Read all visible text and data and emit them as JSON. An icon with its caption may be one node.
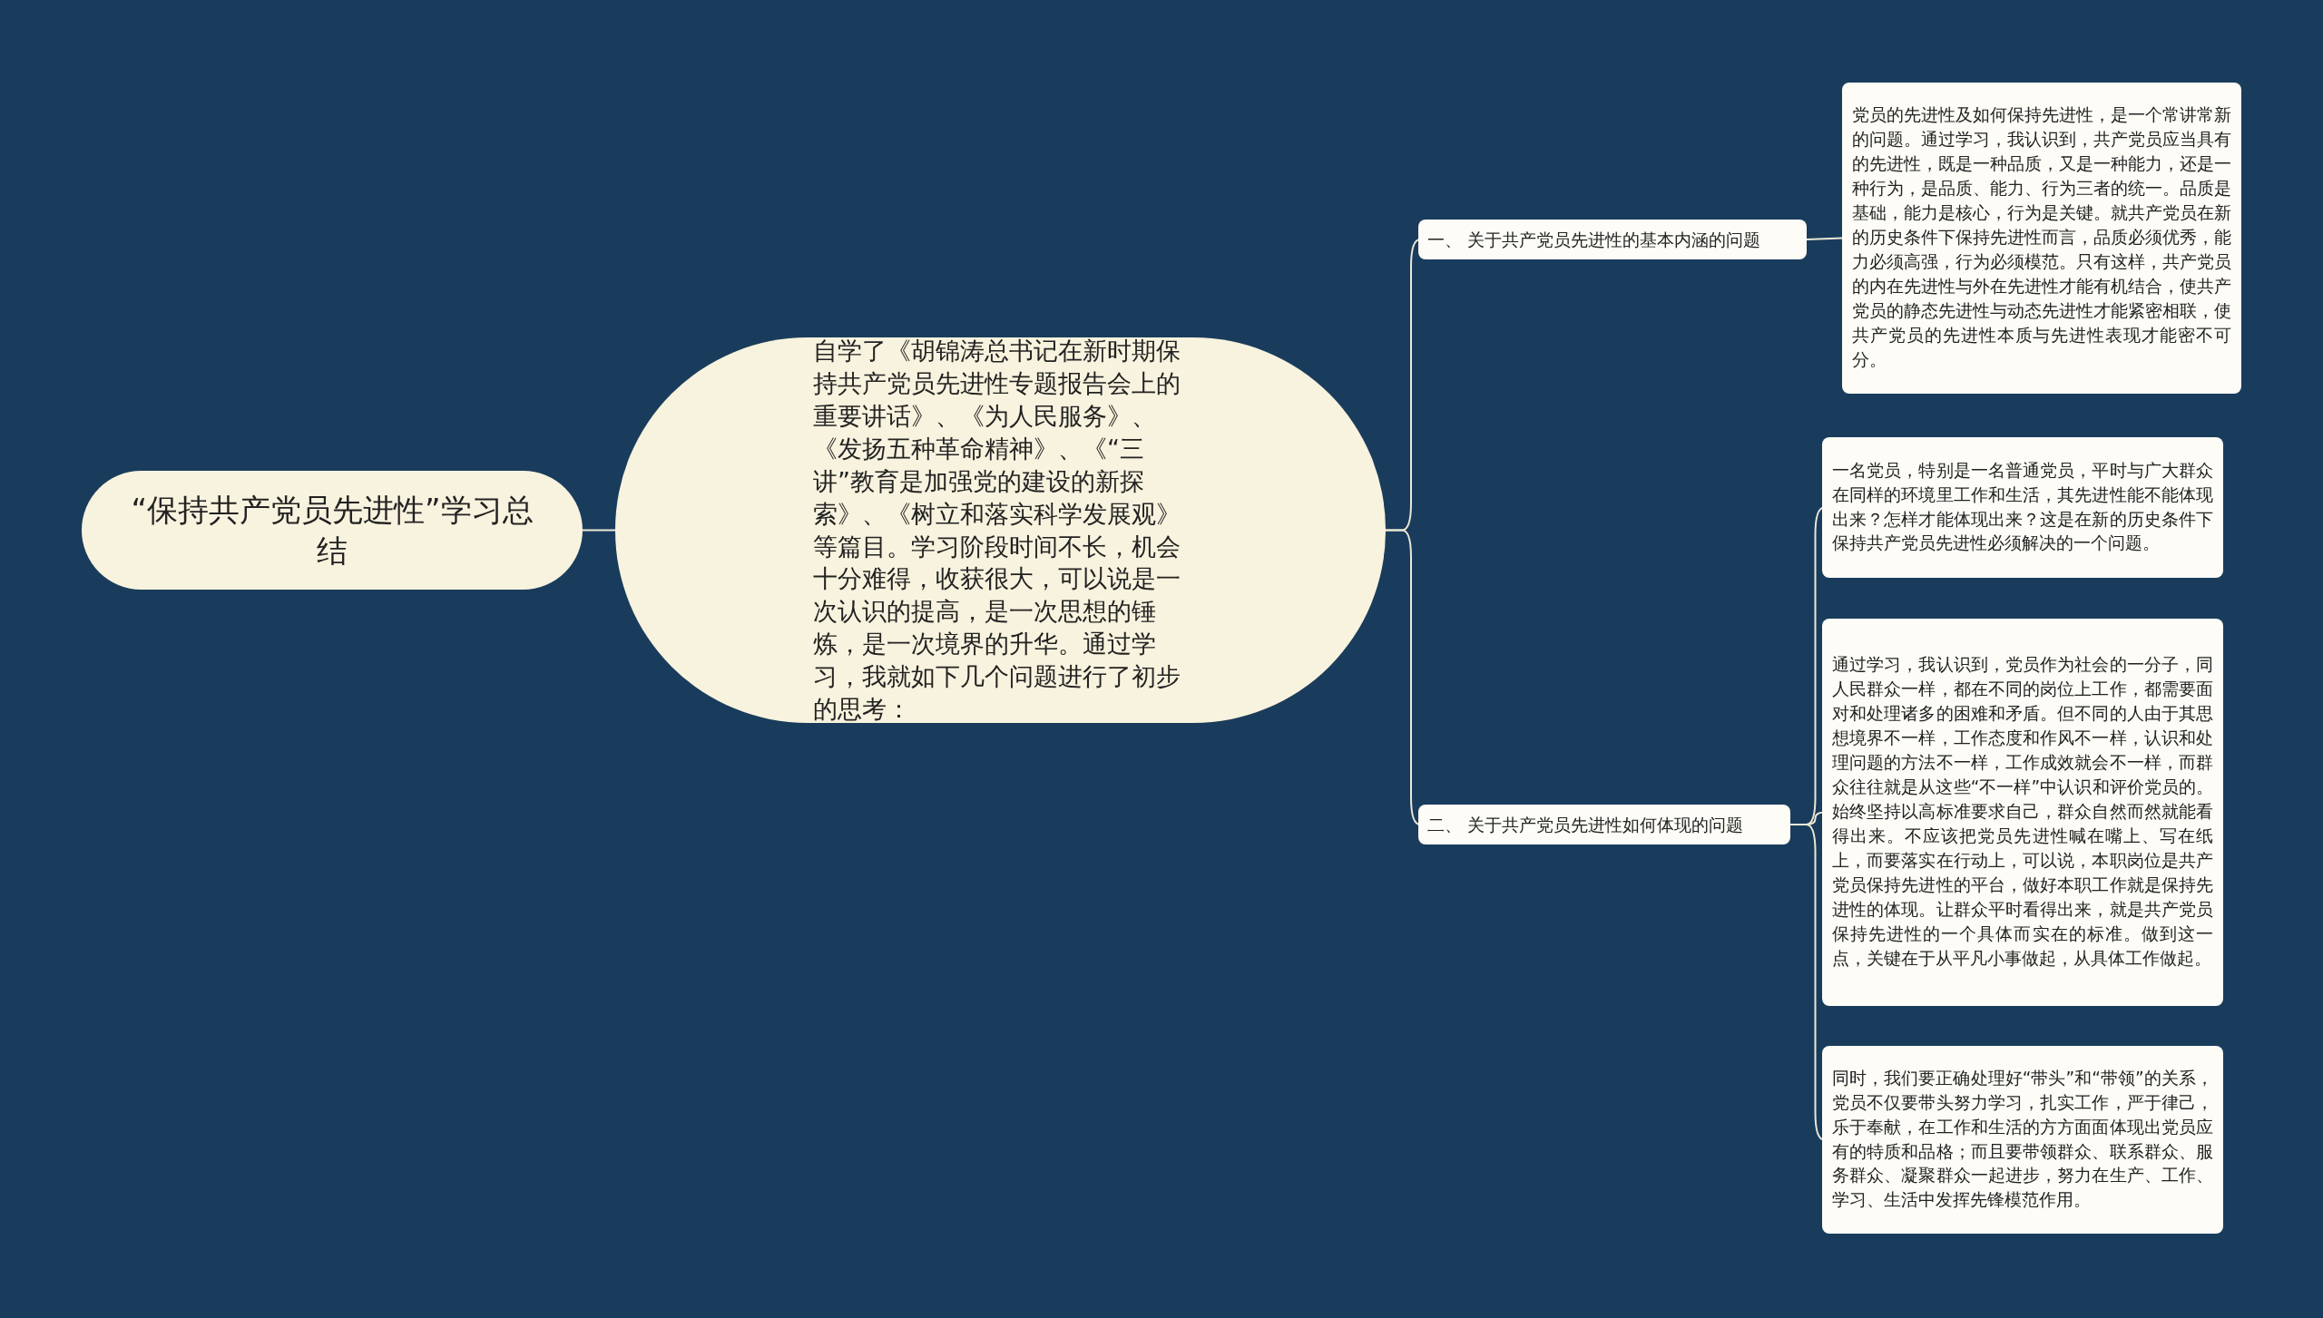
{
  "diagram": {
    "nodes": [
      {
        "text": [
          "“保持共产党员先进性”学习总结"
        ]
      },
      {
        "text": [
          "自学了《胡锦涛总书记在新时期保持共产党员先进性专题报告会上的重要讲话》、《为人民服务》、《发扬五种革命精神》、《“三讲”教育是加强党的建设的新探索》、《树立和落实科学发展观》等篇目。学习阶段时间不长，机会十分难得，收获很大，可以说是一次认识的提高，是一次思想的锤炼，是一次境界的升华。通过学习，我就如下几个问题进行了初步的思考："
        ]
      },
      {
        "text": [
          "一、 关于共产党员先进性的基本内涵的问题"
        ]
      },
      {
        "text": [
          "党员的先进性及如何保持先进性，是一个常讲常新的问题。通过学习，我认识到，共产党员应当具有的先进性，既是一种品质，又是一种能力，还是一种行为，是品质、能力、行为三者的统一。品质是基础，能力是核心，行为是关键。就共产党员在新的历史条件下保持先进性而言，品质必须优秀，能力必须高强，行为必须模范。只有这样，共产党员的内在先进性与外在先进性才能有机结合，使共产党员的静态先进性与动态先进性才能紧密相联，使共产党员的先进性本质与先进性表现才能密不可分。"
        ]
      },
      {
        "text": [
          "二、 关于共产党员先进性如何体现的问题"
        ]
      },
      {
        "text": [
          "一名党员，特别是一名普通党员，平时与广大群众在同样的环境里工作和生活，其先进性能不能体现出来？怎样才能体现出来？这是在新的历史条件下保持共产党员先进性必须解决的一个问题。"
        ]
      },
      {
        "text": [
          "通过学习，我认识到，党员作为社会的一分子，同人民群众一样，都在不同的岗位上工作，都需要面对和处理诸多的困难和矛盾。但不同的人由于其思想境界不一样，工作态度和作风不一样，认识和处理问题的方法不一样，工作成效就会不一样，而群众往往就是从这些“不一样”中认识和评价党员的。始终坚持以高标准要求自己，群众自然而然就能看得出来。不应该把党员先进性喊在嘴上、写在纸上，而要落实在行动上，可以说，本职岗位是共产党员保持先进性的平台，做好本职工作就是保持先进性的体现。让群众平时看得出来，就是共产党员保持先进性的一个具体而实在的标准。做到这一点，关键在于从平凡小事做起，从具体工作做起。"
        ]
      },
      {
        "text": [
          "同时，我们要正确处理好“带头”和“带领”的关系，党员不仅要带头努力学习，扎实工作，严于律己，乐于奉献，在工作和生活的方方面面体现出党员应有的特质和品格；而且要带领群众、联系群众、服务群众、凝聚群众一起进步，努力在生产、工作、学习、生活中发挥先锋模范作用。"
        ]
      }
    ],
    "edges": [
      {
        "from": 0,
        "to": 1,
        "arrow": "none"
      },
      {
        "from": 1,
        "to": 2,
        "arrow": "none"
      },
      {
        "from": 1,
        "to": 4,
        "arrow": "none"
      },
      {
        "from": 2,
        "to": 3,
        "arrow": "none"
      },
      {
        "from": 4,
        "to": 5,
        "arrow": "none"
      },
      {
        "from": 4,
        "to": 6,
        "arrow": "none"
      },
      {
        "from": 4,
        "to": 7,
        "arrow": "none"
      }
    ]
  }
}
